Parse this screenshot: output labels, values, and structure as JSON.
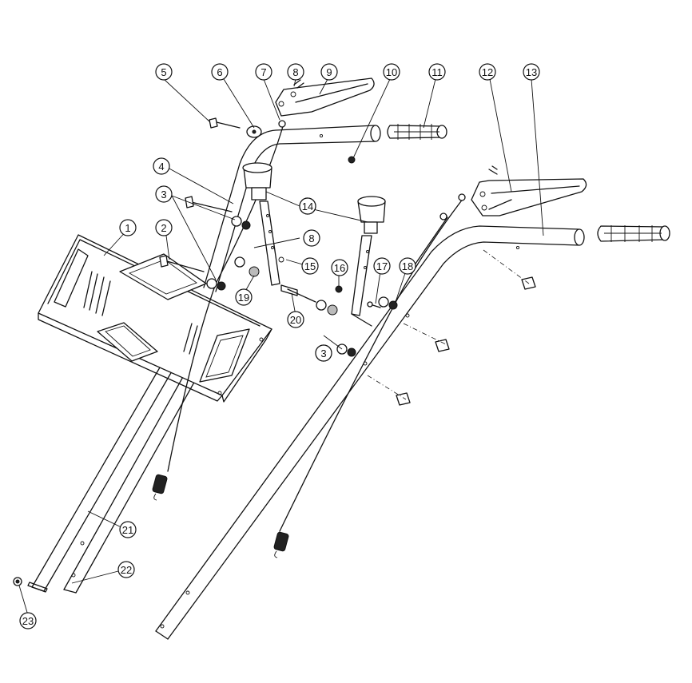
{
  "diagram": {
    "type": "exploded-parts-diagram",
    "callouts": [
      "1",
      "2",
      "3",
      "3",
      "3",
      "4",
      "5",
      "6",
      "7",
      "8",
      "8",
      "9",
      "10",
      "11",
      "12",
      "13",
      "14",
      "14",
      "15",
      "16",
      "17",
      "18",
      "19",
      "20",
      "21",
      "22",
      "23"
    ]
  }
}
